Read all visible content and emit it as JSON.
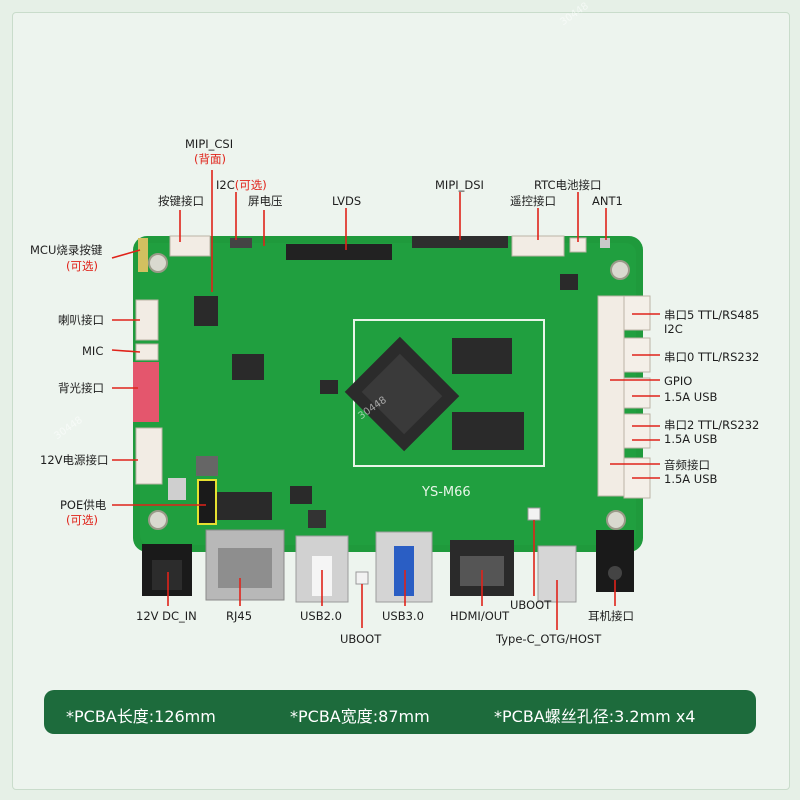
{
  "labels": {
    "mipi_csi": "MIPI_CSI",
    "back_side": "(背面)",
    "i2c": "I2C",
    "optional": "(可选)",
    "key_port": "按键接口",
    "screen_voltage": "屏电压",
    "lvds": "LVDS",
    "mipi_dsi": "MIPI_DSI",
    "rtc_battery": "RTC电池接口",
    "remote_port": "遥控接口",
    "ant1": "ANT1",
    "mcu_burn_key": "MCU烧录按键",
    "speaker_port": "喇叭接口",
    "mic": "MIC",
    "backlight_port": "背光接口",
    "power_12v": "12V电源接口",
    "poe_power": "POE供电",
    "uart5": "串口5  TTL/RS485",
    "i2c_right": "I2C",
    "uart0": "串口0 TTL/RS232",
    "gpio": "GPIO",
    "usb_15a_1": "1.5A USB",
    "uart2": "串口2 TTL/RS232",
    "usb_15a_2": "1.5A USB",
    "audio_port": "音频接口",
    "usb_15a_3": "1.5A USB",
    "dc_in": "12V DC_IN",
    "rj45": "RJ45",
    "usb20": "USB2.0",
    "usb30": "USB3.0",
    "hdmi_out": "HDMI/OUT",
    "uboot_top": "UBOOT",
    "uboot_bottom": "UBOOT",
    "type_c": "Type-C_OTG/HOST",
    "earphone": "耳机接口"
  },
  "board": {
    "silkscreen": "YS-M66",
    "watermark": "30448"
  },
  "specs": {
    "length": "*PCBA长度:126mm",
    "width": "*PCBA宽度:87mm",
    "hole": "*PCBA螺丝孔径:3.2mm x4"
  },
  "colors": {
    "pcb": "#1f9a3c",
    "pcb_dark": "#167a2e",
    "bar": "#1d6b3c",
    "leader": "#e0231a",
    "background": "#e6f0e7"
  }
}
